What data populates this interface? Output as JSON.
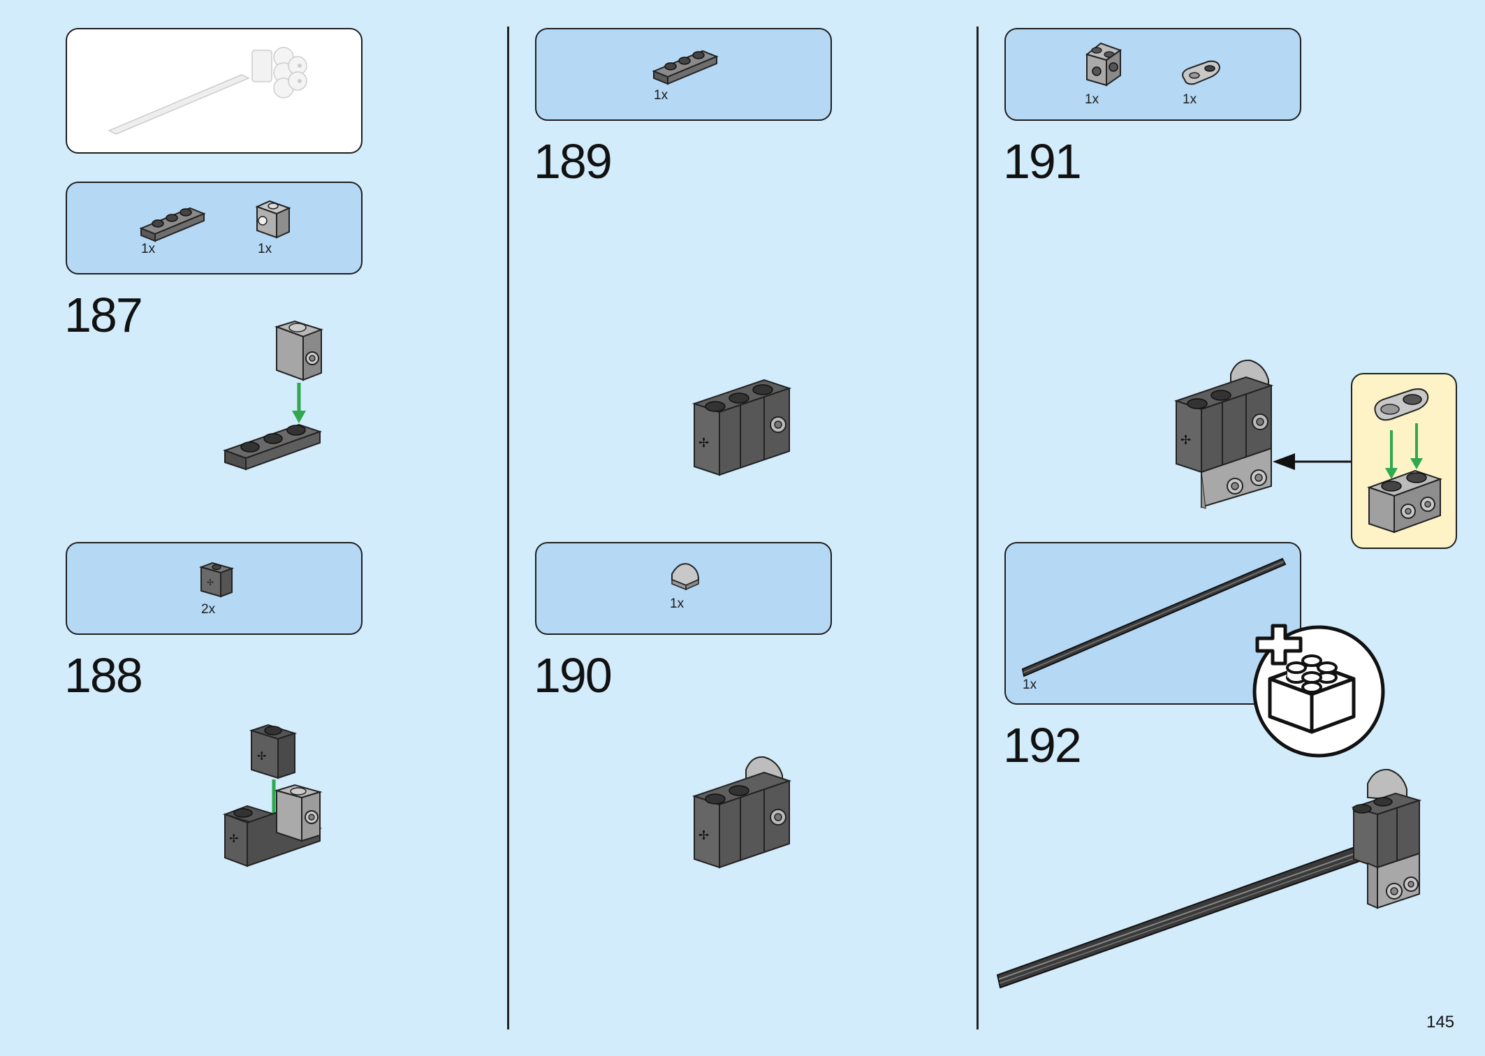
{
  "steps": [
    {
      "number": "187",
      "parts": [
        {
          "qty": "1x"
        },
        {
          "qty": "1x"
        }
      ]
    },
    {
      "number": "188",
      "parts": [
        {
          "qty": "2x"
        }
      ]
    },
    {
      "number": "189",
      "parts": [
        {
          "qty": "1x"
        }
      ]
    },
    {
      "number": "190",
      "parts": [
        {
          "qty": "1x"
        }
      ]
    },
    {
      "number": "191",
      "parts": [
        {
          "qty": "1x"
        },
        {
          "qty": "1x"
        }
      ]
    },
    {
      "number": "192",
      "parts": [
        {
          "qty": "1x"
        }
      ]
    }
  ],
  "page_number": "145",
  "colors": {
    "background": "#d3ecfb",
    "parts_box": "#b5d8f4",
    "sub_assembly_box": "#fdf3c6",
    "arrow_green": "#2fa84f",
    "brick_dark": "#6b6b6b",
    "brick_light": "#a8a8a8"
  },
  "icons": [
    "previous-step-preview",
    "plate-1x3-icon",
    "brick-1x1-studs-icon",
    "bracket-brick-icon",
    "curved-slope-icon",
    "round-plate-icon",
    "axle-rod-icon",
    "extra-bricks-callout-icon",
    "assembly-arrow-icon"
  ]
}
